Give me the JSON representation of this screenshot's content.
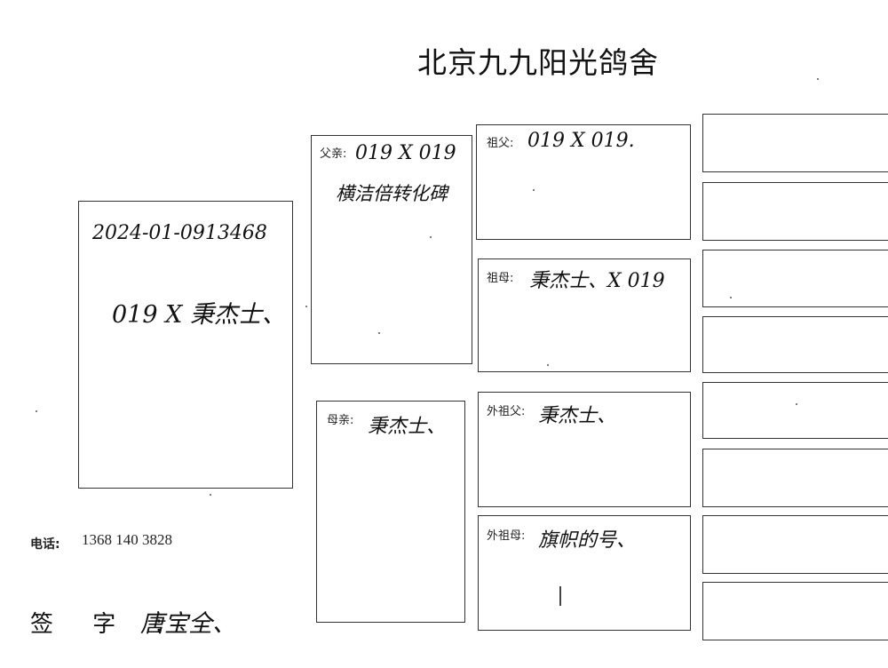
{
  "header": {
    "title": "北京九九阳光鸽舍"
  },
  "subject": {
    "date_code": "2024-01-0913468",
    "ring_owner": "019 X 秉杰士、"
  },
  "father": {
    "label": "父亲:",
    "value": "019 X 019",
    "note": "横洁倍转化碑"
  },
  "mother": {
    "label": "母亲:",
    "value": "秉杰士、"
  },
  "paternal_grandfather": {
    "label": "祖父:",
    "value": "019 X 019."
  },
  "paternal_grandmother": {
    "label": "祖母:",
    "value": "秉杰士、X 019"
  },
  "maternal_grandfather": {
    "label": "外祖父:",
    "value": "秉杰士、"
  },
  "maternal_grandmother": {
    "label": "外祖母:",
    "value": "旗帜的号、"
  },
  "contact": {
    "phone_label": "电话:",
    "phone": "1368 140 3828"
  },
  "signature": {
    "label": "签 字 :",
    "value": "唐宝全、"
  }
}
